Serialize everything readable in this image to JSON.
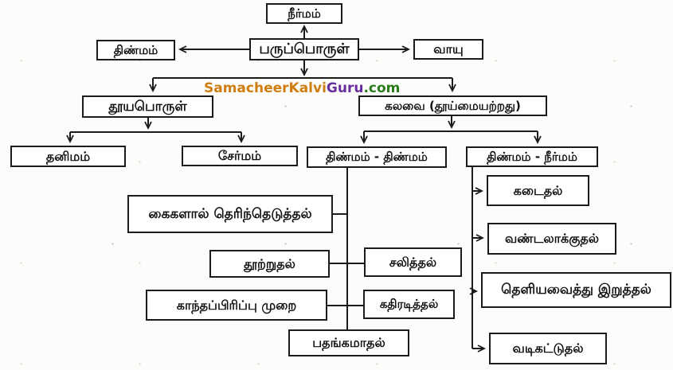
{
  "watermark": {
    "segments": [
      {
        "text": "SamacheerKalvi",
        "color": "#cf7d10"
      },
      {
        "text": "Guru",
        "color": "#6a2f9e"
      },
      {
        "text": ".com",
        "color": "#2a7d1a"
      }
    ]
  },
  "diagram": {
    "type": "flowchart",
    "language": "Tamil",
    "topic": "Classification of matter and separation methods",
    "line_color": "#1b1b1b",
    "box_background": "#ffffff",
    "nodes": {
      "liquid": "நீர்மம்",
      "matter": "பருப்பொருள்",
      "solid": "திண்மம்",
      "gas": "வாயு",
      "pure_substance": "தூயபொருள்",
      "mixture": "கலவை (தூய்மையற்றது)",
      "element": "தனிமம்",
      "compound": "சேர்மம்",
      "solid_solid": "திண்மம் - திண்மம்",
      "solid_liquid": "திண்மம் - நீர்மம்",
      "hand_picking": "கைகளால் தெரிந்தெடுத்தல்",
      "winnowing": "தூற்றுதல்",
      "sieving": "சலித்தல்",
      "magnetic_separation": "காந்தப்பிரிப்பு முறை",
      "threshing": "கதிரடித்தல்",
      "sublimation": "பதங்கமாதல்",
      "churning": "கடைதல்",
      "sedimentation": "வண்டலாக்குதல்",
      "decantation": "தெளியவைத்து இறுத்தல்",
      "filtration": "வடிகட்டுதல்"
    },
    "edges": [
      "matter -> liquid",
      "matter -> solid",
      "matter -> gas",
      "matter -> pure_substance",
      "matter -> mixture",
      "pure_substance -> element",
      "pure_substance -> compound",
      "mixture -> solid_solid",
      "mixture -> solid_liquid",
      "solid_solid -> hand_picking",
      "solid_solid -> winnowing",
      "solid_solid -> sieving",
      "solid_solid -> magnetic_separation",
      "solid_solid -> threshing",
      "solid_solid -> sublimation",
      "solid_liquid -> churning",
      "solid_liquid -> sedimentation",
      "solid_liquid -> decantation",
      "solid_liquid -> filtration"
    ]
  }
}
